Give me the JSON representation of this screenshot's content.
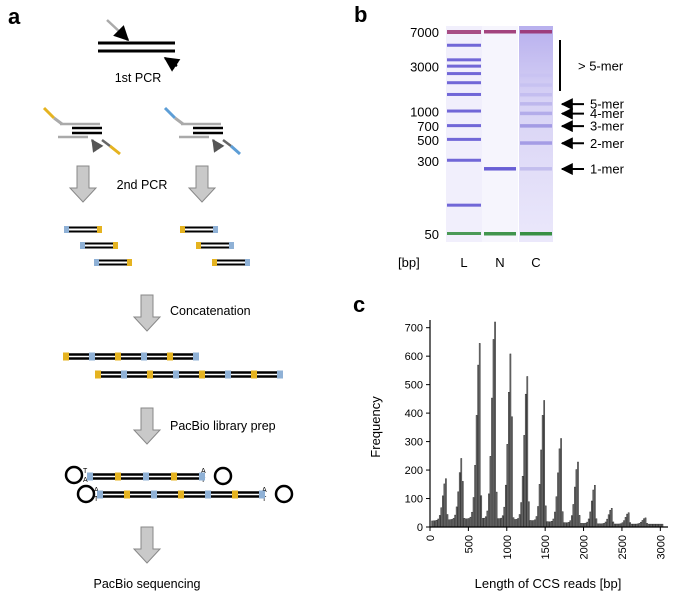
{
  "panels": {
    "a": {
      "label": "a",
      "steps": {
        "pcr1": "1st PCR",
        "pcr2": "2nd PCR",
        "concat": "Concatenation",
        "libprep": "PacBio library prep",
        "seq": "PacBio sequencing"
      },
      "adapter_chars": [
        "A",
        "T"
      ]
    },
    "b": {
      "label": "b",
      "unit_label": "[bp]",
      "lane_labels": [
        "L",
        "N",
        "C"
      ],
      "ladder_ticks": [
        "7000",
        "3000",
        "1000",
        "700",
        "500",
        "300",
        "50"
      ],
      "ladder_tick_bp": [
        7000,
        3000,
        1000,
        700,
        500,
        300,
        50
      ],
      "annotations": [
        {
          "text": "> 5-mer",
          "bp": 3000
        },
        {
          "text": "5-mer",
          "bp": 1200
        },
        {
          "text": "4-mer",
          "bp": 950
        },
        {
          "text": "3-mer",
          "bp": 700
        },
        {
          "text": "2-mer",
          "bp": 460
        },
        {
          "text": "1-mer",
          "bp": 245
        }
      ],
      "colors": {
        "band": "#5a4fd0",
        "marker_low": "#2e8b3a",
        "marker_high": "#9a3070"
      }
    },
    "c": {
      "label": "c"
    }
  },
  "chart_data": {
    "type": "bar",
    "title": "",
    "xlabel": "Length of CCS reads [bp]",
    "ylabel": "Frequency",
    "xlim": [
      0,
      3100
    ],
    "ylim": [
      0,
      720
    ],
    "xticks": [
      0,
      500,
      1000,
      1500,
      2000,
      2500,
      3000
    ],
    "yticks": [
      0,
      100,
      200,
      300,
      400,
      500,
      600,
      700
    ],
    "bin_width": 20,
    "peaks": [
      {
        "x": 200,
        "height": 145
      },
      {
        "x": 410,
        "height": 220
      },
      {
        "x": 640,
        "height": 615
      },
      {
        "x": 840,
        "height": 718
      },
      {
        "x": 1050,
        "height": 600
      },
      {
        "x": 1260,
        "height": 505
      },
      {
        "x": 1480,
        "height": 425
      },
      {
        "x": 1700,
        "height": 295
      },
      {
        "x": 1920,
        "height": 215
      },
      {
        "x": 2140,
        "height": 135
      },
      {
        "x": 2360,
        "height": 55
      },
      {
        "x": 2580,
        "height": 40
      },
      {
        "x": 2800,
        "height": 22
      }
    ],
    "baseline": 10,
    "color": "#777777"
  }
}
